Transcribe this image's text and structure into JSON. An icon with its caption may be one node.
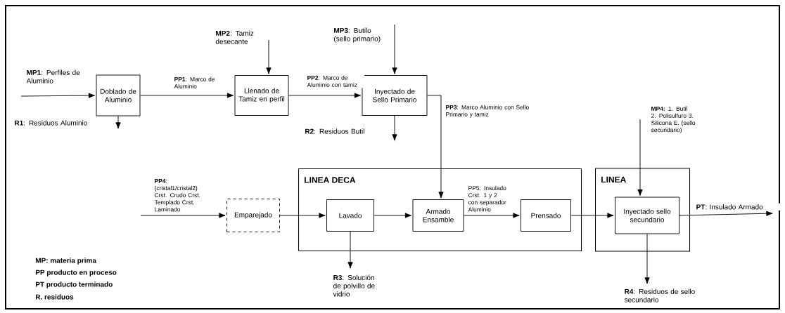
{
  "diagram": {
    "nodes": [
      {
        "text": [
          "Doblado de Aluminio"
        ]
      },
      {
        "text": [
          "Llenado de Tamiz en perfil"
        ]
      },
      {
        "text": [
          "Inyectado de Sello Primario"
        ]
      },
      {
        "text": [
          "LINEA DECA"
        ]
      },
      {
        "text": [
          "Emparejado"
        ]
      },
      {
        "text": [
          "Lavado"
        ],
        "in": 3
      },
      {
        "text": [
          "Armado Ensamble"
        ],
        "in": 3
      },
      {
        "text": [
          "Prensado"
        ],
        "in": 3
      },
      {
        "text": [
          "LINEA"
        ]
      },
      {
        "text": [
          "Inyectado sello secundario"
        ],
        "in": 8
      }
    ],
    "edges": [
      {
        "from": null,
        "to": 0,
        "arrow": "to",
        "label": "**MP1**: Perfiles de Aluminio"
      },
      {
        "from": 0,
        "to": 1,
        "arrow": "to",
        "label": "**PP1**: Marco de Aluminio"
      },
      {
        "from": null,
        "to": 1,
        "arrow": "to",
        "label": "**MP2**: Tamiz desecante"
      },
      {
        "from": 1,
        "to": 2,
        "arrow": "to",
        "label": "**PP2**: Marco de Aluminio con tamiz"
      },
      {
        "from": null,
        "to": 2,
        "arrow": "to",
        "label": "**MP3**: Butilo (sello primario)"
      },
      {
        "from": 0,
        "to": null,
        "arrow": "to",
        "label": "**R1**: Residuos Aluminio"
      },
      {
        "from": 2,
        "to": null,
        "arrow": "to",
        "label": "**R2**: Residuos Butil"
      },
      {
        "from": 2,
        "to": 6,
        "arrow": "to",
        "label": "**PP3**: Marco Aluminio con Sello Primario y tamiz"
      },
      {
        "from": null,
        "to": 4,
        "arrow": "to",
        "label": "**PP4**: (cristal1/cristal2) Crst. Crudo Crst. Templado Crst. Laminado"
      },
      {
        "from": 4,
        "to": 5,
        "arrow": "to"
      },
      {
        "from": 5,
        "to": 6,
        "arrow": "to"
      },
      {
        "from": 6,
        "to": 7,
        "arrow": "to",
        "label": "PP5: Insulado Crst. 1 y 2 con separador Aluminio"
      },
      {
        "from": 7,
        "to": 9,
        "arrow": "to"
      },
      {
        "from": null,
        "to": 9,
        "arrow": "to",
        "label": "**MP4:** 1. Butil 2. Polisulfuro 3. Silicona E. (sello secundario)"
      },
      {
        "from": 9,
        "to": null,
        "arrow": "to",
        "label": "**PT**: Insulado Armado"
      },
      {
        "from": 5,
        "to": null,
        "arrow": "to",
        "label": "**R3**: Solución de polvillo de vidrio"
      },
      {
        "from": 9,
        "to": null,
        "arrow": "to",
        "label": "**R4**: Residuos de sello secundario"
      }
    ],
    "labels": [
      "MP: materia prima",
      "PP producto en proceso",
      "PT producto terminado",
      "R. residuos"
    ]
  }
}
